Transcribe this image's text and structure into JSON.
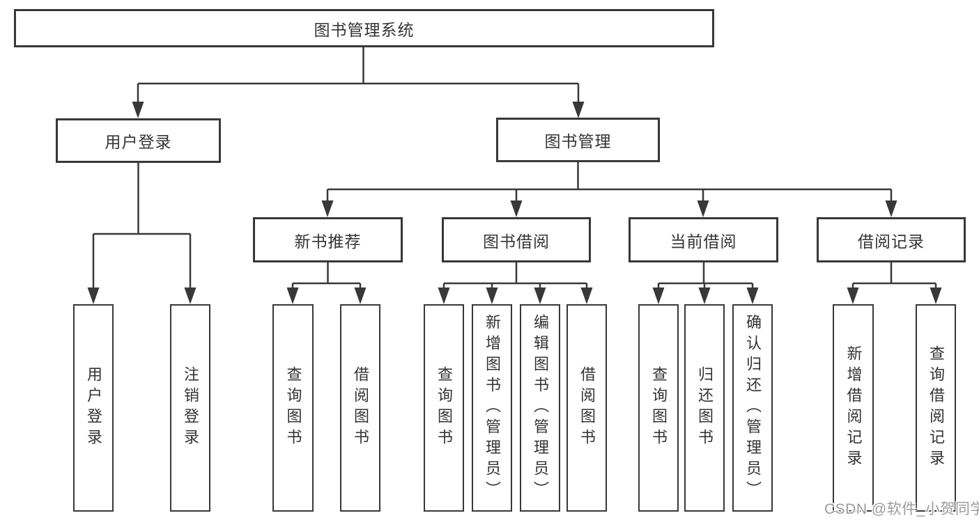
{
  "nodes": {
    "root": "图书管理系统",
    "level1": [
      "用户登录",
      "图书管理"
    ],
    "level2": [
      "新书推荐",
      "图书借阅",
      "当前借阅",
      "借阅记录"
    ],
    "leaves": {
      "user_login": [
        "用户登录",
        "注销登录"
      ],
      "new_book_recommend": [
        "查询图书",
        "借阅图书"
      ],
      "book_borrow": [
        "查询图书",
        "新增图书（管理员）",
        "编辑图书（管理员）",
        "借阅图书"
      ],
      "current_borrow": [
        "查询图书",
        "归还图书",
        "确认归还（管理员）"
      ],
      "borrow_records": [
        "新增借阅记录",
        "查询借阅记录"
      ]
    }
  },
  "watermark": "CSDN @软件_小贺同学",
  "colors": {
    "line": "#383838",
    "text": "#333333",
    "watermark": "#9b9ba1",
    "background": "#ffffff"
  }
}
